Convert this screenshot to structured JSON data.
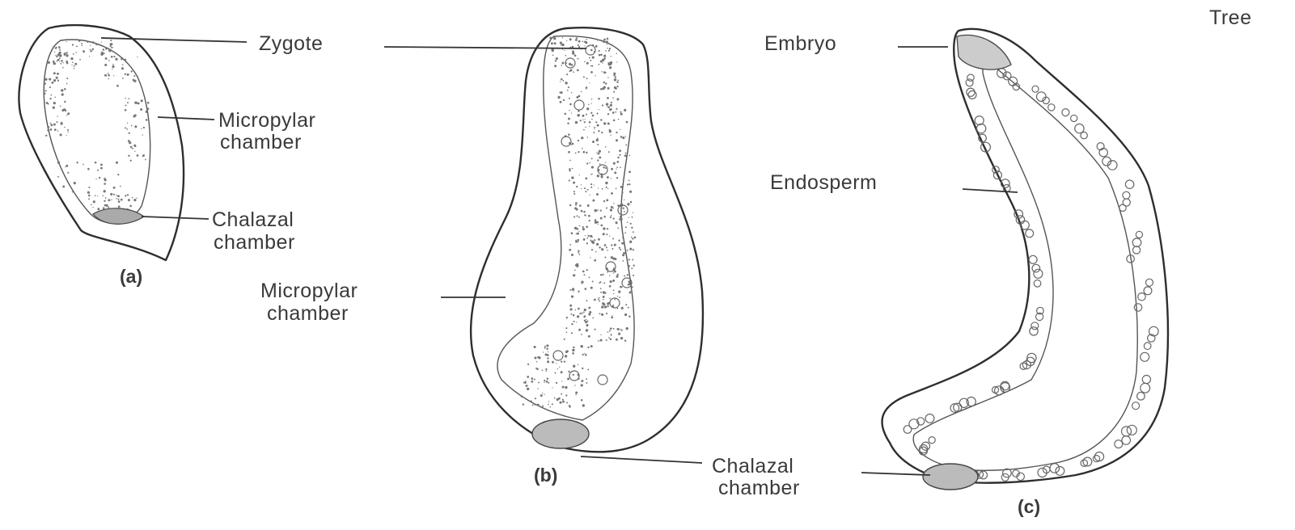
{
  "corner_text": "Tree",
  "panels": {
    "a": {
      "caption": "(a)",
      "zygote_label": "Zygote",
      "micropylar_label_line1": "Micropylar",
      "micropylar_label_line2": "chamber",
      "chalazal_label_line1": "Chalazal",
      "chalazal_label_line2": "chamber"
    },
    "b": {
      "caption": "(b)",
      "micropylar_label_line1": "Micropylar",
      "micropylar_label_line2": "chamber"
    },
    "c": {
      "caption": "(c)",
      "embryo_label": "Embryo",
      "endosperm_label": "Endosperm",
      "chalazal_label_line1": "Chalazal",
      "chalazal_label_line2": "chamber"
    }
  }
}
